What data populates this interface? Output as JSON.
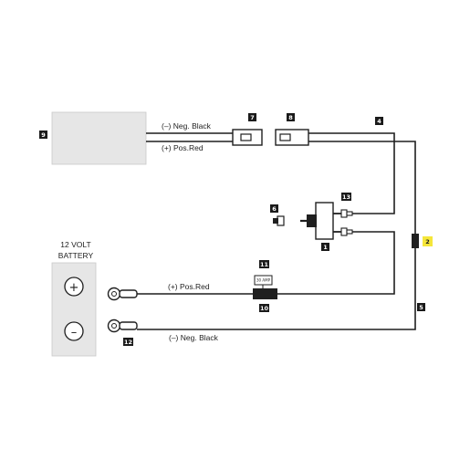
{
  "wiring": {
    "neg_black_top": "(–) Neg. Black",
    "pos_red_top": "(+) Pos.Red",
    "pos_red_bottom": "(+) Pos.Red",
    "neg_black_bottom": "(–) Neg. Black"
  },
  "battery": {
    "line1": "12 VOLT",
    "line2": "BATTERY",
    "positive_symbol": "+",
    "negative_symbol": "–"
  },
  "fuse": {
    "rating": "30 AMP"
  },
  "callouts": {
    "c1": "1",
    "c2": "2",
    "c4": "4",
    "c5": "5",
    "c6": "6",
    "c7": "7",
    "c8": "8",
    "c9": "9",
    "c10": "10",
    "c11": "11",
    "c12": "12",
    "c13": "13"
  },
  "colors": {
    "line": "#1f1f1f",
    "box_fill": "#e6e6e6",
    "callout_bg": "#1a1a1a",
    "callout_text": "#ffffff",
    "highlight_bg": "#f5e63a",
    "highlight_text": "#1a1a1a"
  }
}
